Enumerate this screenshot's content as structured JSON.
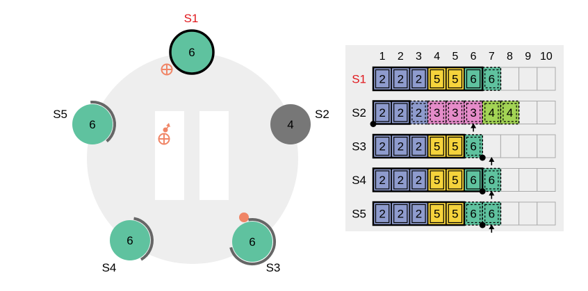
{
  "colors": {
    "blue": "#8e9bcd",
    "yellow": "#f5d33c",
    "teal": "#5fc29f",
    "pink": "#e58cc9",
    "green": "#a3d455",
    "gray_server": "#777777",
    "ring_bg": "#eeeeee",
    "leader_label": "#e0171c",
    "marker": "#f08566"
  },
  "servers": [
    {
      "id": "S1",
      "label": "S1",
      "term": "6",
      "state": "leader",
      "leader": true
    },
    {
      "id": "S2",
      "label": "S2",
      "term": "4",
      "state": "crashed",
      "leader": false
    },
    {
      "id": "S3",
      "label": "S3",
      "term": "6",
      "state": "follower",
      "leader": false
    },
    {
      "id": "S4",
      "label": "S4",
      "term": "6",
      "state": "follower",
      "leader": false
    },
    {
      "id": "S5",
      "label": "S5",
      "term": "6",
      "state": "follower",
      "leader": false
    }
  ],
  "log_table": {
    "indices": [
      "1",
      "2",
      "3",
      "4",
      "5",
      "6",
      "7",
      "8",
      "9",
      "10"
    ],
    "rows": [
      {
        "label": "S1",
        "leader": true,
        "entries": [
          {
            "term": "2",
            "color": "blue",
            "committed": true
          },
          {
            "term": "2",
            "color": "blue",
            "committed": true
          },
          {
            "term": "2",
            "color": "blue",
            "committed": true
          },
          {
            "term": "5",
            "color": "yellow",
            "committed": true
          },
          {
            "term": "5",
            "color": "yellow",
            "committed": true
          },
          {
            "term": "6",
            "color": "teal",
            "committed": true
          },
          {
            "term": "6",
            "color": "teal",
            "committed": false
          }
        ]
      },
      {
        "label": "S2",
        "leader": false,
        "entries": [
          {
            "term": "2",
            "color": "blue",
            "committed": true
          },
          {
            "term": "2",
            "color": "blue",
            "committed": true
          },
          {
            "term": "2",
            "color": "blue",
            "committed": false
          },
          {
            "term": "3",
            "color": "pink",
            "committed": false
          },
          {
            "term": "3",
            "color": "pink",
            "committed": false
          },
          {
            "term": "3",
            "color": "pink",
            "committed": false
          },
          {
            "term": "4",
            "color": "green",
            "committed": false
          },
          {
            "term": "4",
            "color": "green",
            "committed": false
          }
        ]
      },
      {
        "label": "S3",
        "leader": false,
        "entries": [
          {
            "term": "2",
            "color": "blue",
            "committed": true
          },
          {
            "term": "2",
            "color": "blue",
            "committed": true
          },
          {
            "term": "2",
            "color": "blue",
            "committed": true
          },
          {
            "term": "5",
            "color": "yellow",
            "committed": true
          },
          {
            "term": "5",
            "color": "yellow",
            "committed": true
          },
          {
            "term": "6",
            "color": "teal",
            "committed": false
          }
        ]
      },
      {
        "label": "S4",
        "leader": false,
        "entries": [
          {
            "term": "2",
            "color": "blue",
            "committed": true
          },
          {
            "term": "2",
            "color": "blue",
            "committed": true
          },
          {
            "term": "2",
            "color": "blue",
            "committed": true
          },
          {
            "term": "5",
            "color": "yellow",
            "committed": true
          },
          {
            "term": "5",
            "color": "yellow",
            "committed": true
          },
          {
            "term": "6",
            "color": "teal",
            "committed": true
          },
          {
            "term": "6",
            "color": "teal",
            "committed": false
          }
        ]
      },
      {
        "label": "S5",
        "leader": false,
        "entries": [
          {
            "term": "2",
            "color": "blue",
            "committed": true
          },
          {
            "term": "2",
            "color": "blue",
            "committed": true
          },
          {
            "term": "2",
            "color": "blue",
            "committed": true
          },
          {
            "term": "5",
            "color": "yellow",
            "committed": true
          },
          {
            "term": "5",
            "color": "yellow",
            "committed": true
          },
          {
            "term": "6",
            "color": "teal",
            "committed": false
          },
          {
            "term": "6",
            "color": "teal",
            "committed": false
          }
        ]
      }
    ]
  }
}
